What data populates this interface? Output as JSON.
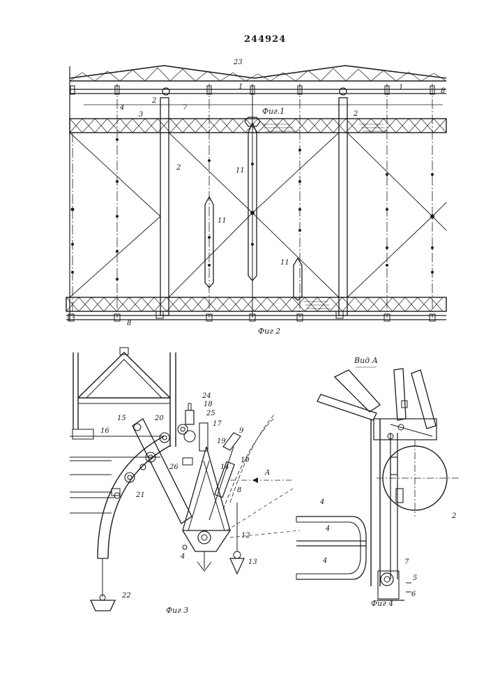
{
  "document": {
    "patent_number": "244924"
  },
  "figures": {
    "fig1": {
      "caption": "Фиг.1"
    },
    "fig2": {
      "caption": "Фиг 2"
    },
    "fig3": {
      "caption": "Фиг 3"
    },
    "fig4": {
      "caption": "Фиг 4",
      "view_label": "Вид А"
    }
  },
  "labels": {
    "fig2": [
      "23",
      "1",
      "1",
      "2",
      "7",
      "4",
      "3",
      "2",
      "8",
      "11",
      "11",
      "11",
      "2",
      "8"
    ],
    "fig3": [
      "24",
      "18",
      "25",
      "15",
      "20",
      "17",
      "9",
      "19",
      "16",
      "26",
      "10",
      "14",
      "A",
      "21",
      "8",
      "12",
      "13",
      "22",
      "4"
    ],
    "fig4": [
      "4",
      "4",
      "4",
      "7",
      "5",
      "6",
      "2"
    ]
  },
  "colors": {
    "ink": "#1a1a1a",
    "paper": "#ffffff"
  }
}
